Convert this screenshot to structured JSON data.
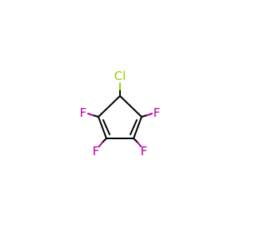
{
  "molecule": {
    "colors": {
      "bond": "#000000",
      "chlorine": "#8fd400",
      "fluorine": "#b8009e",
      "background": "#ffffff"
    },
    "atoms": [
      {
        "id": "cl",
        "symbol": "Cl",
        "color_key": "chlorine"
      },
      {
        "id": "f-top-left",
        "symbol": "F",
        "color_key": "fluorine"
      },
      {
        "id": "f-top-right",
        "symbol": "F",
        "color_key": "fluorine"
      },
      {
        "id": "f-bottom-left",
        "symbol": "F",
        "color_key": "fluorine"
      },
      {
        "id": "f-bottom-right",
        "symbol": "F",
        "color_key": "fluorine"
      }
    ],
    "bonds": [
      {
        "from": "c1",
        "to": "c2",
        "order": 1
      },
      {
        "from": "c2",
        "to": "c3",
        "order": 1
      },
      {
        "from": "c3",
        "to": "c4",
        "order": 2
      },
      {
        "from": "c4",
        "to": "c5",
        "order": 1
      },
      {
        "from": "c5",
        "to": "c1",
        "order": 2
      },
      {
        "from": "c1",
        "to": "f-top-right",
        "order": 1
      },
      {
        "from": "c2",
        "to": "cl",
        "order": 1
      },
      {
        "from": "c3",
        "to": "f-top-left",
        "order": 1
      },
      {
        "from": "c4",
        "to": "f-bottom-left",
        "order": 1
      },
      {
        "from": "c5",
        "to": "f-bottom-right",
        "order": 1
      }
    ]
  }
}
